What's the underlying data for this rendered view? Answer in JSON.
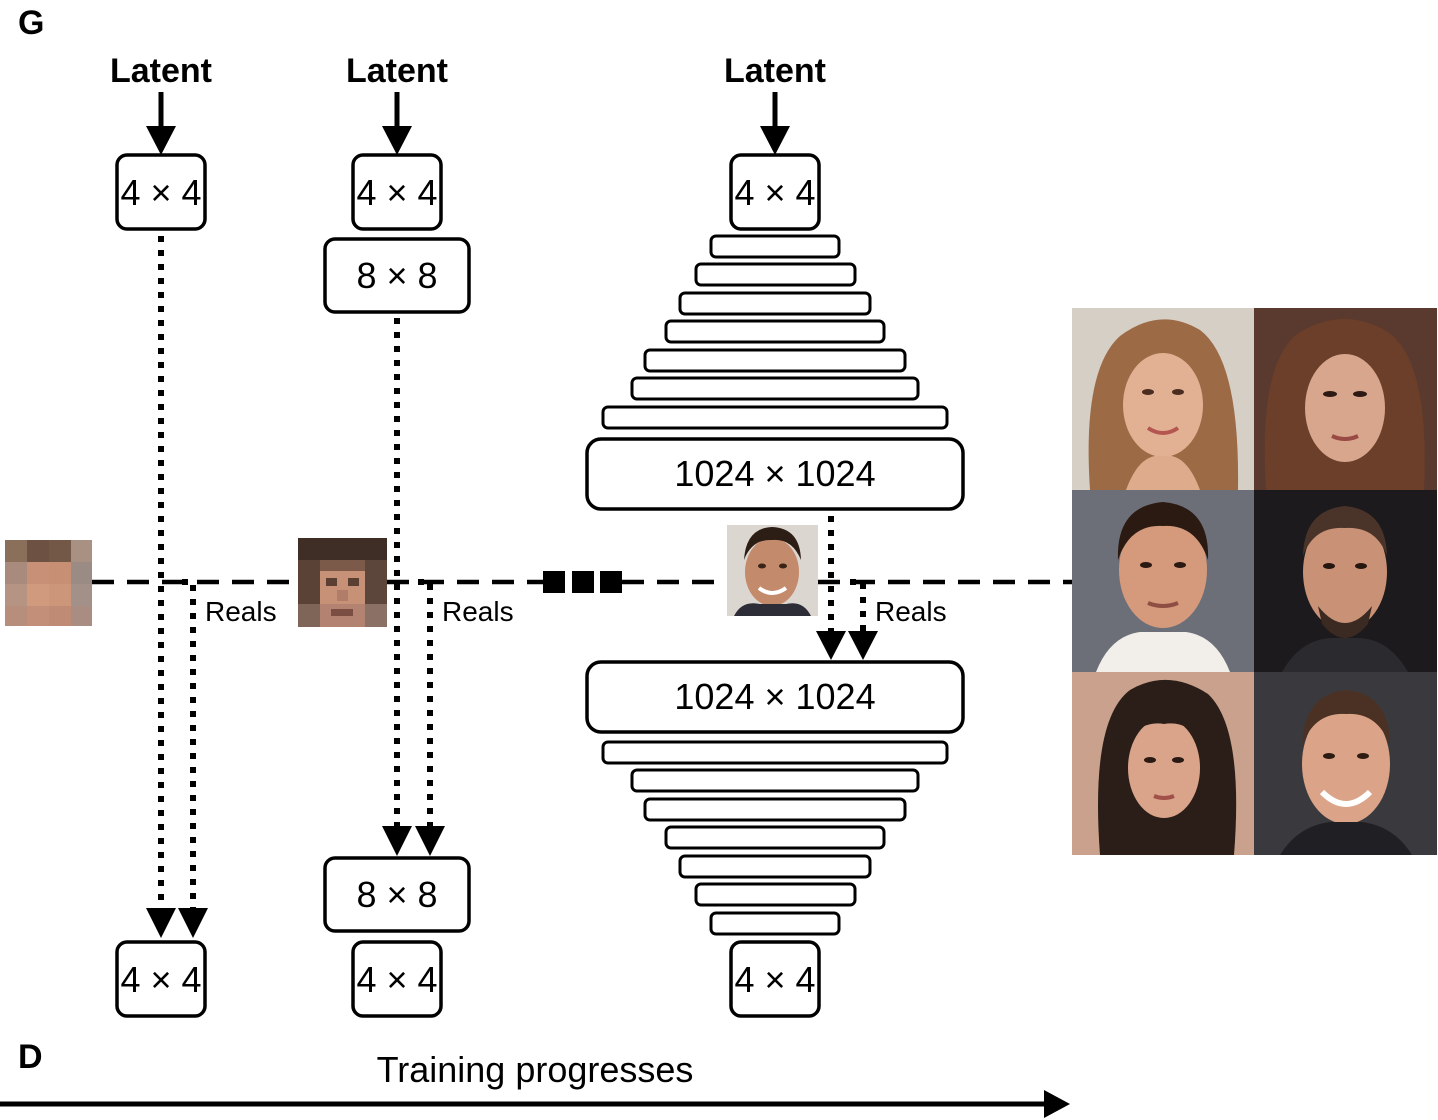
{
  "labels": {
    "generator": "G",
    "discriminator": "D",
    "latent": "Latent",
    "reals": "Reals",
    "training": "Training progresses"
  },
  "stages": [
    {
      "gen_blocks": [
        "4 × 4"
      ],
      "disc_blocks": [
        "4 × 4"
      ]
    },
    {
      "gen_blocks": [
        "4 × 4",
        "8 × 8"
      ],
      "disc_blocks": [
        "8 × 8",
        "4 × 4"
      ]
    },
    {
      "gen_top": "4 × 4",
      "gen_out": "1024 × 1024",
      "disc_in": "1024 × 1024",
      "disc_bottom": "4 × 4"
    }
  ],
  "images": {
    "real_samples": [
      "pixelated-face-4x4",
      "pixelated-face-8x8",
      "face-1024x1024"
    ],
    "generated_samples": [
      "face-woman-1",
      "face-woman-2",
      "face-man-1",
      "face-man-2",
      "face-woman-3",
      "face-man-3"
    ]
  },
  "colors": {
    "ink": "#000000",
    "background": "#ffffff"
  }
}
